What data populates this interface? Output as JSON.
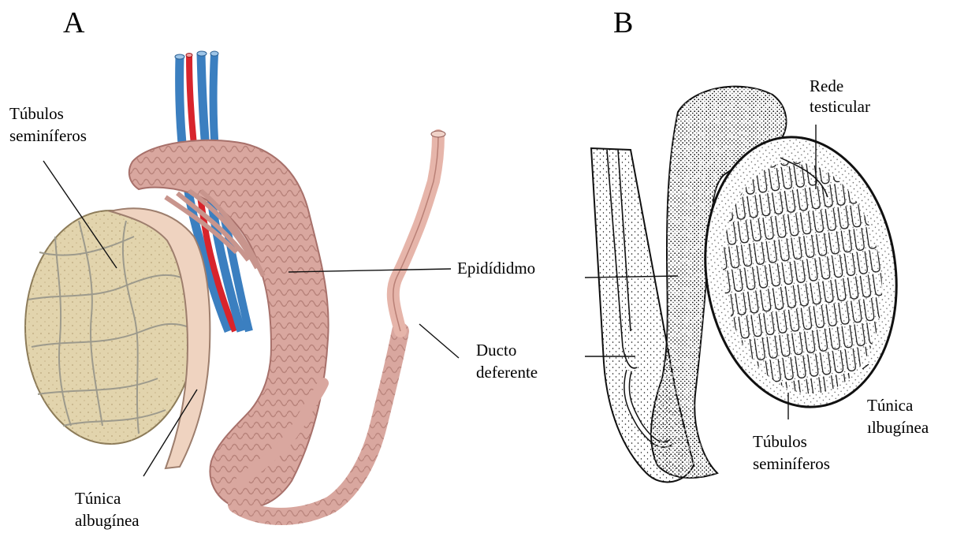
{
  "panels": {
    "a": {
      "letter": "A",
      "labels": {
        "tubulos_line1": "Túbulos",
        "tubulos_line2": "seminíferos",
        "epididimo": "Epidídidmo",
        "ducto_line1": "Ducto",
        "ducto_line2": "deferente",
        "tunica_line1": "Túnica",
        "tunica_line2": "albugínea"
      }
    },
    "b": {
      "letter": "B",
      "labels": {
        "rede_line1": "Rede",
        "rede_line2": "testicular",
        "tunica_line1": "Túnica",
        "tunica_line2": "ılbugínea",
        "tubulos_line1": "Túbulos",
        "tubulos_line2": "seminíferos"
      }
    }
  },
  "colors": {
    "vein": "#3b7fc0",
    "artery": "#d8242c",
    "epididymis": "#d9a79f",
    "testis": "#e2d4ad",
    "tunica": "#efd3c0",
    "ink": "#111111"
  }
}
